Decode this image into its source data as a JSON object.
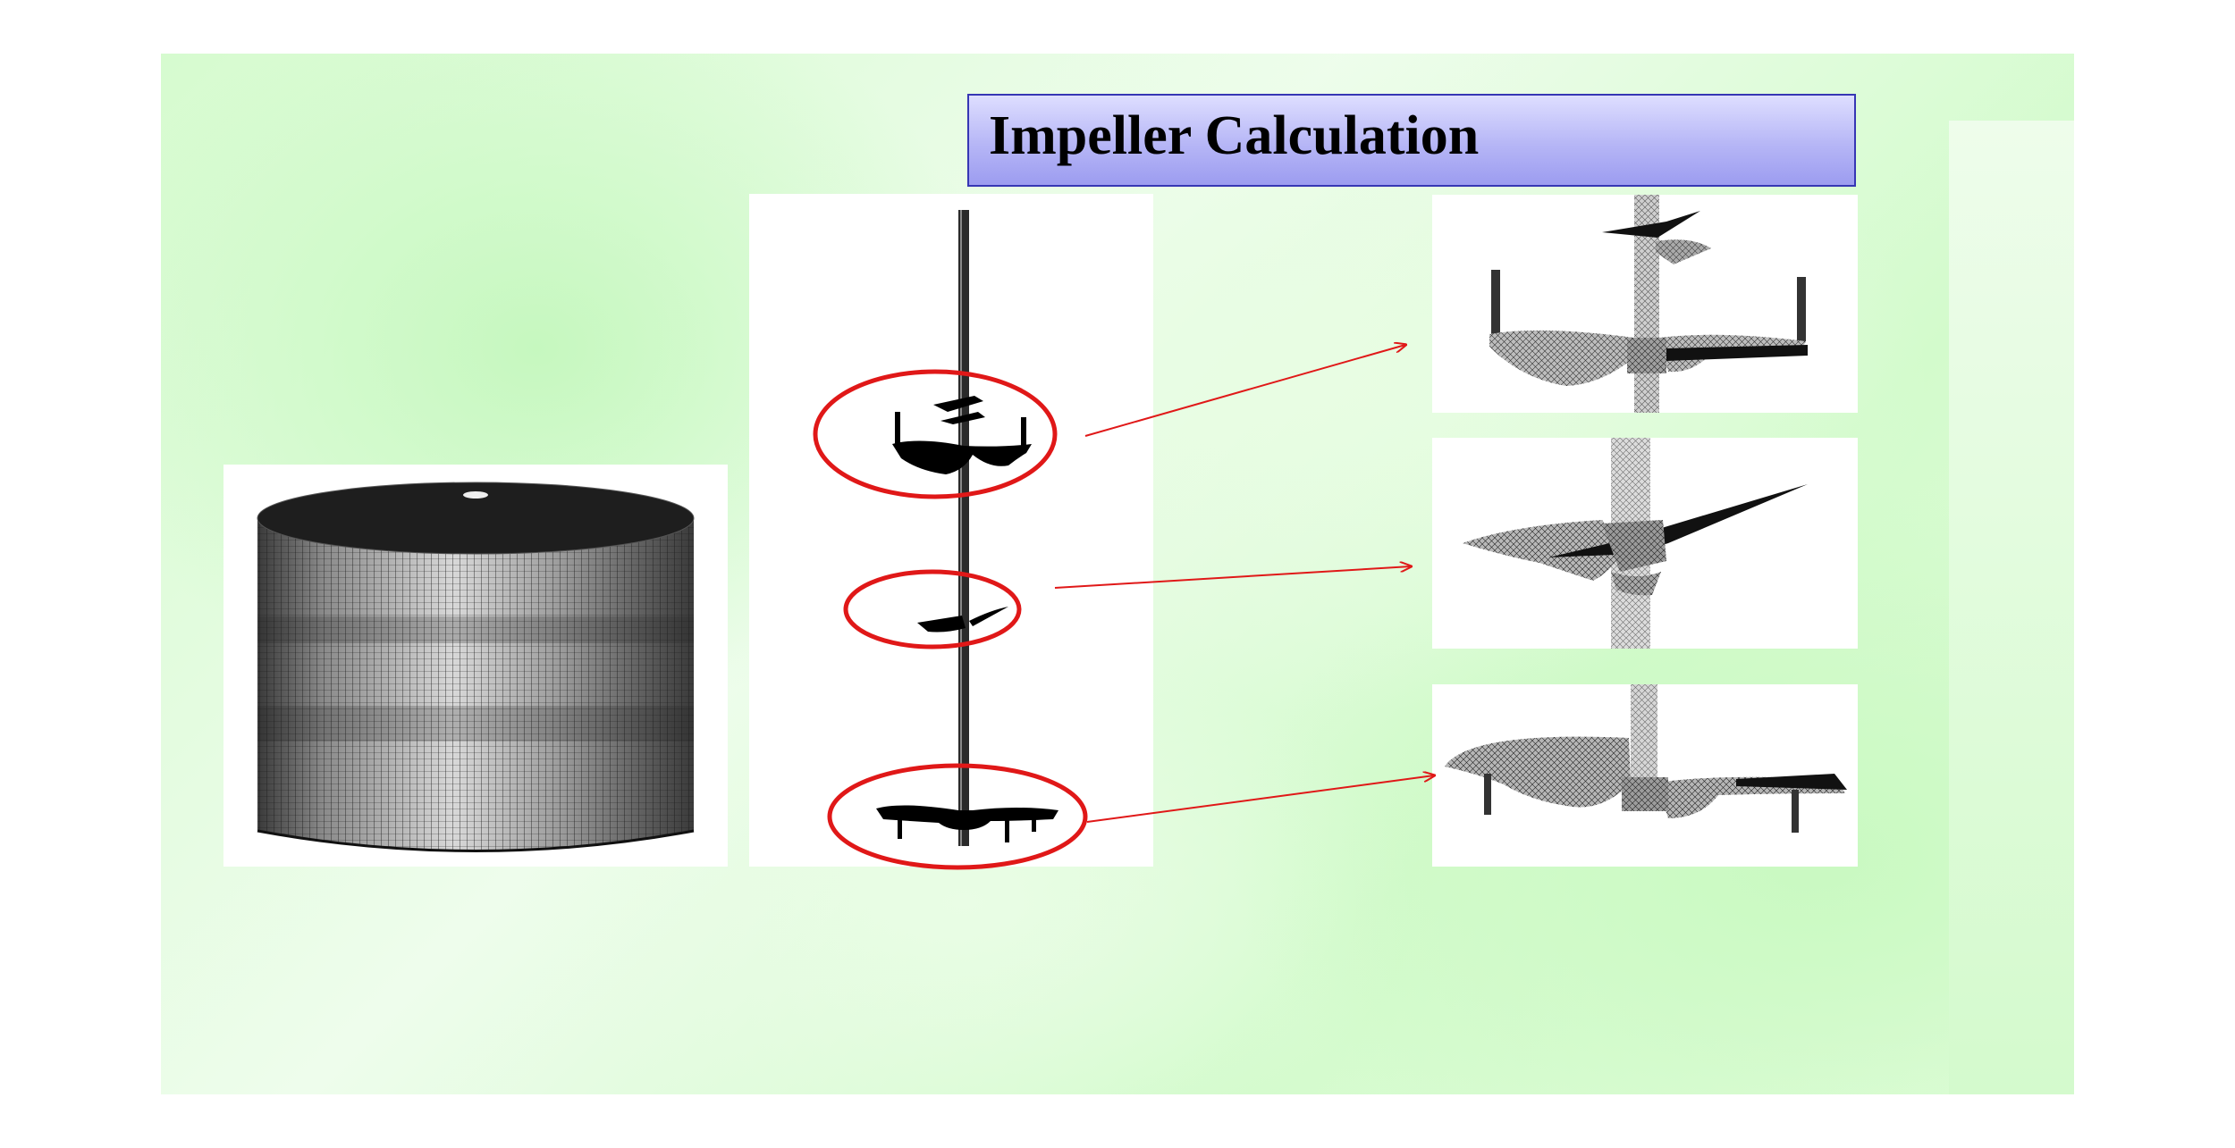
{
  "title": "Impeller Calculation",
  "colors": {
    "background_green": "#d3fbcc",
    "title_fill": "#b6b6f6",
    "title_border": "#3636b4",
    "callout_red": "#e01818",
    "mesh_dark": "#141414"
  },
  "figures": [
    {
      "name": "tank-mesh",
      "depicts": "cylindrical tank surface mesh"
    },
    {
      "name": "shaft-with-impellers",
      "depicts": "agitator shaft with three impellers"
    },
    {
      "name": "upper-impeller-detail",
      "depicts": "upper impeller mesh close-up"
    },
    {
      "name": "middle-impeller-detail",
      "depicts": "middle impeller mesh close-up"
    },
    {
      "name": "lower-impeller-detail",
      "depicts": "lower impeller mesh close-up"
    }
  ]
}
